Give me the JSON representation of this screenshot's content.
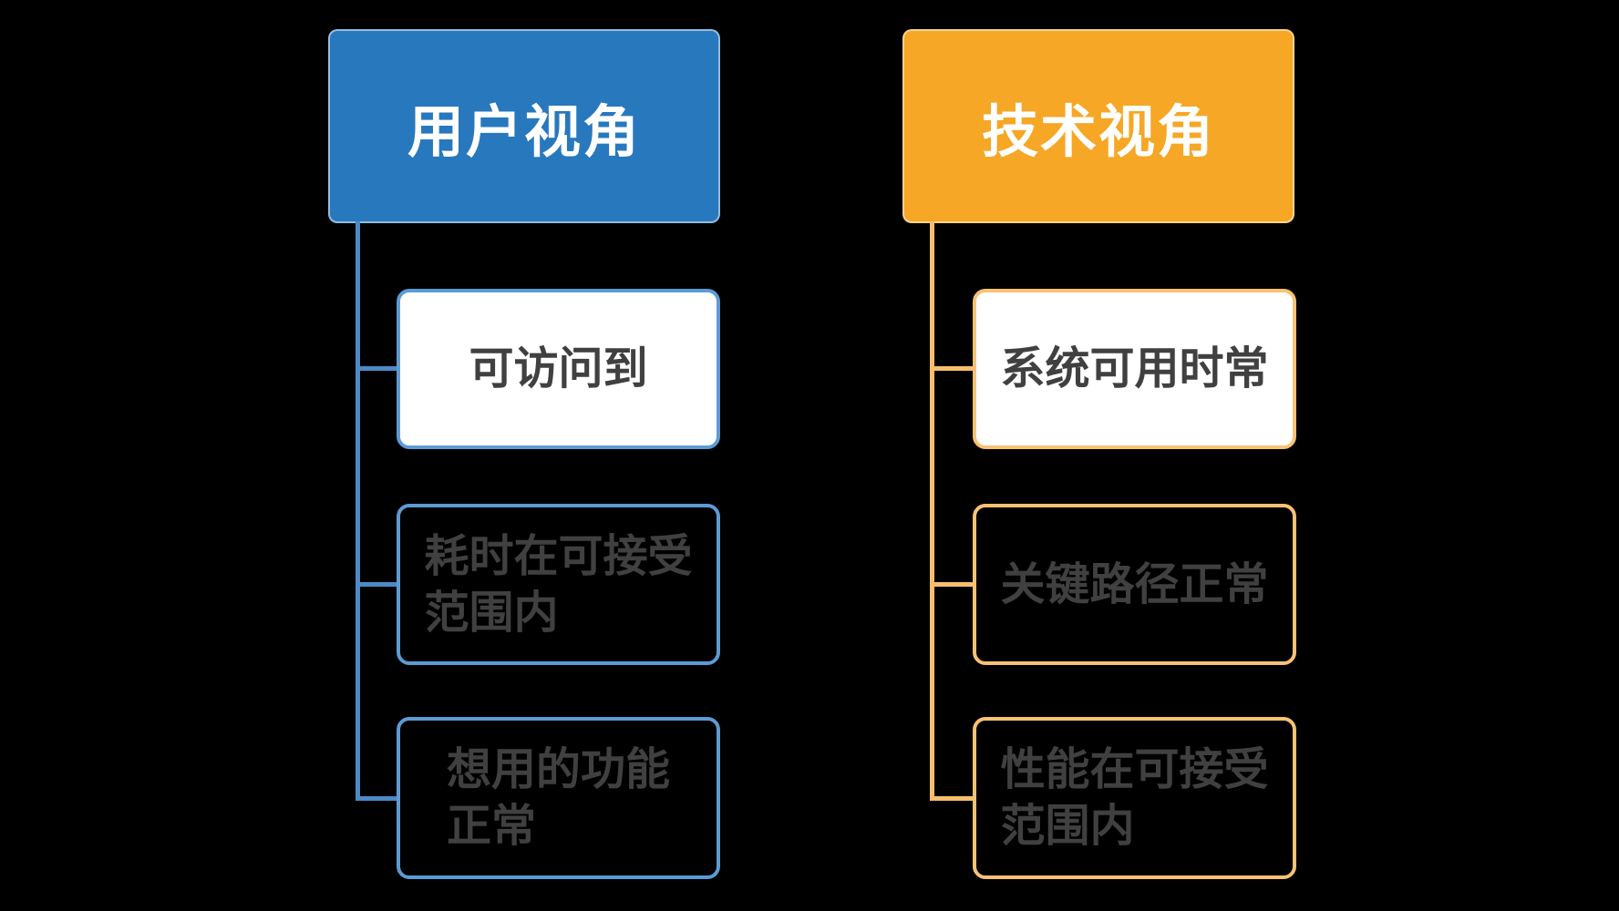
{
  "colors": {
    "background": "#000000",
    "node_text": "#404040",
    "header_text": "#FFFFFF",
    "user_header_fill": "#2878BE",
    "user_line": "#4C8AC6",
    "user_node_border": "#5B9BD5",
    "tech_header_fill": "#F5A725",
    "tech_line": "#F8BE6E",
    "tech_node_border": "#F9C173"
  },
  "columns": [
    {
      "id": "user",
      "header": {
        "label": "用户视角",
        "fill": "#2878BE"
      },
      "accent": {
        "line": "#4C8AC6",
        "border": "#5B9BD5"
      },
      "items": [
        {
          "text": "可访问到",
          "filled": true
        },
        {
          "text": "耗时在可接受\n范围内",
          "filled": false
        },
        {
          "text": "想用的功能\n正常",
          "filled": false
        }
      ]
    },
    {
      "id": "tech",
      "header": {
        "label": "技术视角",
        "fill": "#F5A725"
      },
      "accent": {
        "line": "#F8BE6E",
        "border": "#F9C173"
      },
      "items": [
        {
          "text": "系统可用时常",
          "filled": true
        },
        {
          "text": "关键路径正常",
          "filled": false
        },
        {
          "text": "性能在可接受\n范围内",
          "filled": false
        }
      ]
    }
  ]
}
